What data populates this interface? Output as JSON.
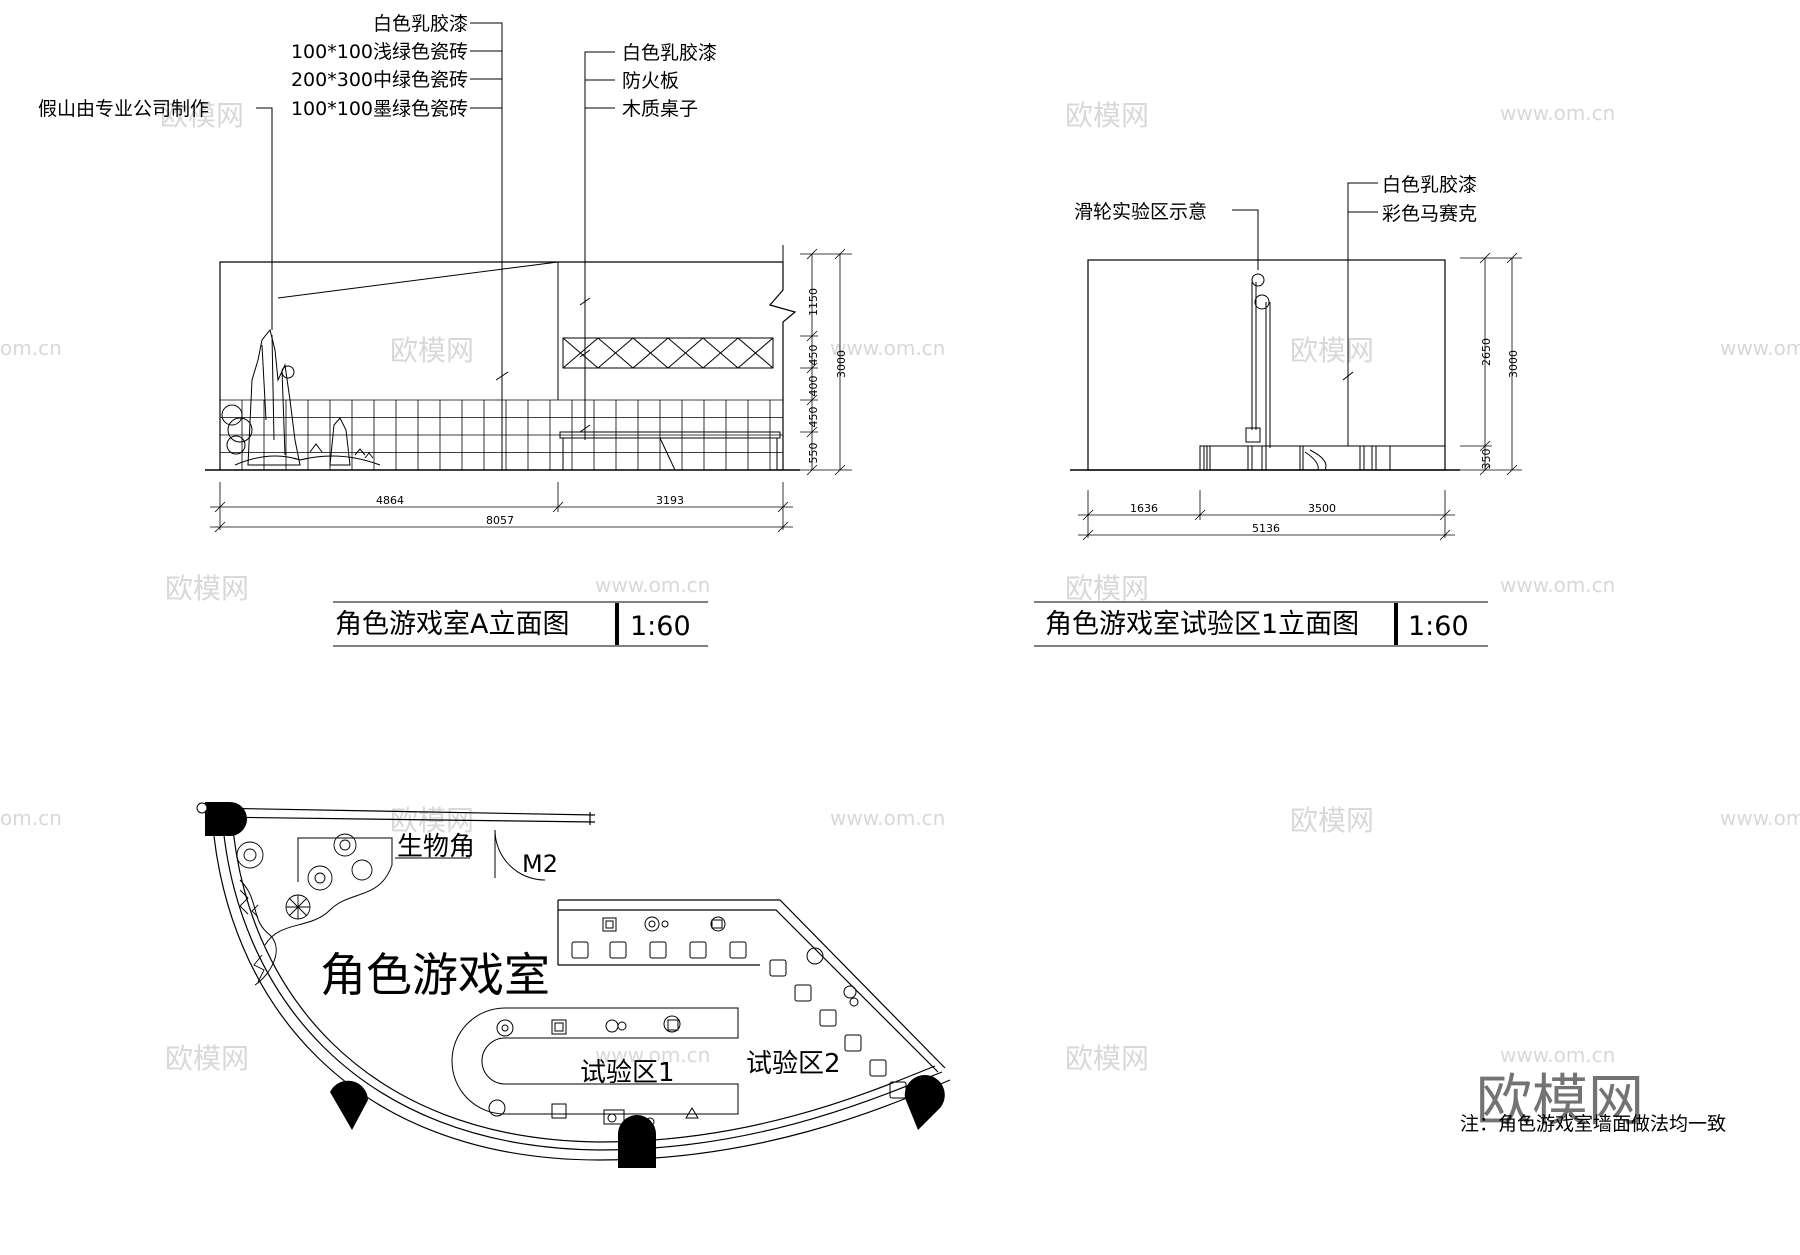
{
  "elevation_a": {
    "labels_left": [
      "白色乳胶漆",
      "100*100浅绿色瓷砖",
      "200*300中绿色瓷砖",
      "100*100墨绿色瓷砖"
    ],
    "label_rock": "假山由专业公司制作",
    "labels_right": [
      "白色乳胶漆",
      "防火板",
      "木质桌子"
    ],
    "dim_vertical": [
      "1150",
      "450",
      "400",
      "450",
      "550"
    ],
    "dim_vertical_total": "3000",
    "dim_horizontal": [
      "4864",
      "3193"
    ],
    "dim_horizontal_total": "8057",
    "title": "角色游戏室A立面图",
    "scale": "1:60"
  },
  "elevation_b": {
    "label_pulley": "滑轮实验区示意",
    "labels_right": [
      "白色乳胶漆",
      "彩色马赛克"
    ],
    "dim_vertical": [
      "2650",
      "350"
    ],
    "dim_vertical_total": "3000",
    "dim_horizontal": [
      "1636",
      "3500"
    ],
    "dim_horizontal_total": "5136",
    "title": "角色游戏室试验区1立面图",
    "scale": "1:60"
  },
  "plan": {
    "room_name": "角色游戏室",
    "zone_bio": "生物角",
    "door_tag": "M2",
    "zone_exp1": "试验区1",
    "zone_exp2": "试验区2"
  },
  "note": "注：角色游戏室墙面做法均一致",
  "watermarks": {
    "logo": "欧模网",
    "url": "www.om.cn",
    "url_cut": "om.cn"
  }
}
